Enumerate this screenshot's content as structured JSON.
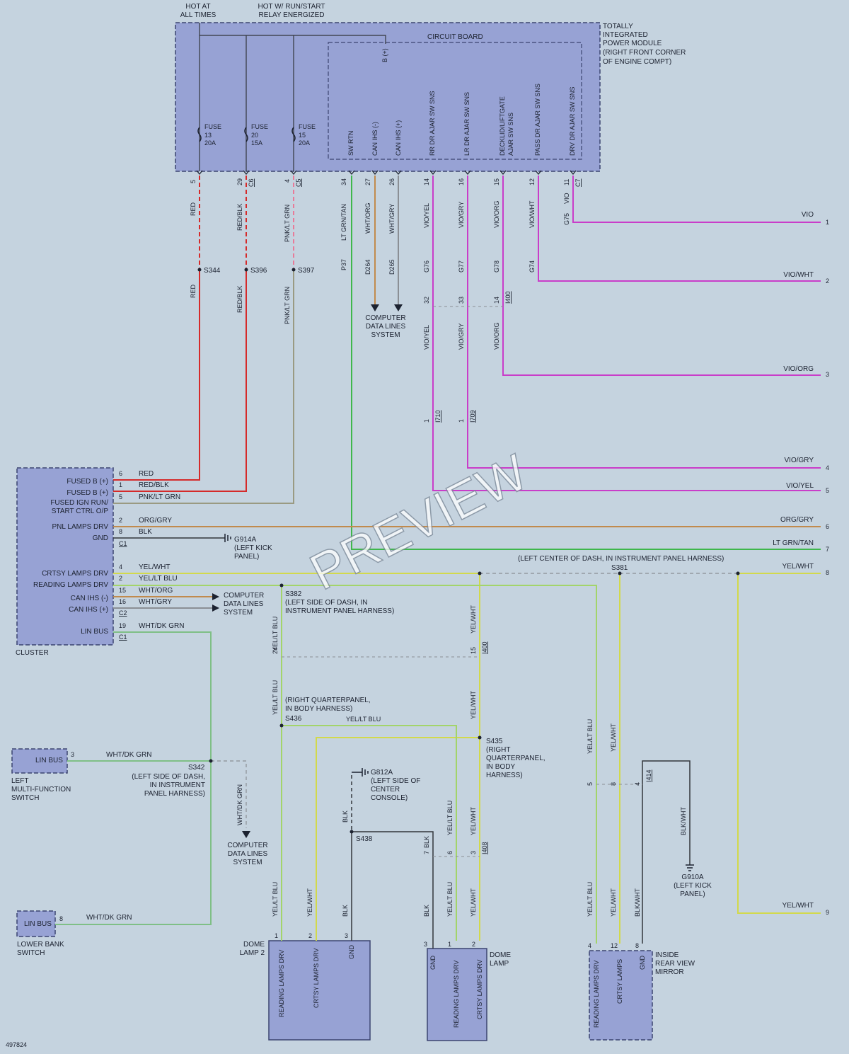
{
  "drawing_number": "497824",
  "watermark": "PREVIEW",
  "colors": {
    "background": "#c5d3df",
    "module_fill": "#97a2d4",
    "red": "#d52a2a",
    "pink": "#e87b99",
    "violet": "#c93dc9",
    "green": "#3fb74c",
    "yellow": "#d2d94c",
    "orange": "#c18a4d",
    "black": "#33363c",
    "gray": "#8b8f95"
  },
  "power_labels": {
    "hot_all_times": [
      "HOT AT",
      "ALL TIMES"
    ],
    "hot_run_start": [
      "HOT W/ RUN/START",
      "RELAY ENERGIZED"
    ]
  },
  "tipm": {
    "title": [
      "TOTALLY",
      "INTEGRATED",
      "POWER MODULE",
      "(RIGHT FRONT CORNER",
      "OF ENGINE COMPT)"
    ],
    "circuit_board": "CIRCUIT BOARD",
    "b_plus": "B (+)",
    "fuses": [
      {
        "lines": [
          "FUSE",
          "13",
          "20A"
        ]
      },
      {
        "lines": [
          "FUSE",
          "20",
          "15A"
        ]
      },
      {
        "lines": [
          "FUSE",
          "15",
          "20A"
        ]
      }
    ],
    "sense_labels": [
      "SW RTN",
      "CAN IHS (-)",
      "CAN IHS (+)",
      "RR DR AJAR SW SNS",
      "LR DR AJAR SW SNS",
      "DECKLID/LIFTGATE",
      "AJAR SW SNS",
      "PASS DR AJAR SW SNS",
      "DRV DR AJAR SW SNS"
    ],
    "pins": [
      "5",
      "29",
      "4",
      "34",
      "27",
      "26",
      "14",
      "16",
      "15",
      "12",
      "11"
    ],
    "connectors": [
      "C6",
      "C5",
      "C7"
    ]
  },
  "wire_labels": {
    "red": "RED",
    "red_blk": "RED/BLK",
    "pnk_lt_grn": "PNK/LT GRN",
    "lt_grn_tan": "LT GRN/TAN",
    "wht_org": "WHT/ORG",
    "wht_gry": "WHT/GRY",
    "vio_yel": "VIO/YEL",
    "vio_gry": "VIO/GRY",
    "vio_org": "VIO/ORG",
    "vio_wht": "VIO/WHT",
    "vio": "VIO",
    "yel_lt_blu": "YEL/LT BLU",
    "yel_wht": "YEL/WHT",
    "blk": "BLK",
    "blk_wht": "BLK/WHT",
    "wht_dk_grn": "WHT/DK GRN",
    "org_gry": "ORG/GRY"
  },
  "circuits": [
    "P37",
    "D264",
    "D265",
    "G76",
    "G77",
    "G78",
    "G74",
    "G75"
  ],
  "splices": [
    "S344",
    "S396",
    "S397",
    "S382",
    "S381",
    "S436",
    "S435",
    "S438",
    "S342"
  ],
  "connector_refs": [
    "I400",
    "I710",
    "I709",
    "I414",
    "I408"
  ],
  "inline_pins": [
    "32",
    "33",
    "14",
    "1",
    "1",
    "24",
    "15",
    "5",
    "8",
    "4",
    "7",
    "6",
    "3"
  ],
  "computer_data_lines": [
    "COMPUTER",
    "DATA LINES",
    "SYSTEM"
  ],
  "cluster": {
    "name": "CLUSTER",
    "pins": [
      {
        "label": "FUSED B (+)",
        "pin": "6",
        "wire": "RED"
      },
      {
        "label": "FUSED B (+)",
        "pin": "1",
        "wire": "RED/BLK"
      },
      {
        "label": "FUSED IGN RUN/",
        "label2": "START CTRL O/P",
        "pin": "5",
        "wire": "PNK/LT GRN"
      },
      {
        "label": "PNL LAMPS DRV",
        "pin": "2",
        "wire": "ORG/GRY"
      },
      {
        "label": "GND",
        "pin": "8",
        "wire": "BLK"
      },
      {
        "label": "CRTSY LAMPS DRV",
        "pin": "4",
        "wire": "YEL/WHT"
      },
      {
        "label": "READING LAMPS DRV",
        "pin": "2",
        "wire": "YEL/LT BLU"
      },
      {
        "label": "CAN IHS (-)",
        "pin": "15",
        "wire": "WHT/ORG"
      },
      {
        "label": "CAN IHS (+)",
        "pin": "16",
        "wire": "WHT/GRY"
      },
      {
        "label": "LIN BUS",
        "pin": "19",
        "wire": "WHT/DK GRN"
      }
    ],
    "connectors": [
      "C1",
      "C2",
      "C1"
    ]
  },
  "grounds": {
    "g914a": {
      "name": "G914A",
      "desc": [
        "(LEFT KICK",
        "PANEL)"
      ]
    },
    "g812a": {
      "name": "G812A",
      "desc": [
        "(LEFT SIDE OF",
        "CENTER",
        "CONSOLE)"
      ]
    },
    "g910a": {
      "name": "G910A",
      "desc": [
        "(LEFT KICK",
        "PANEL)"
      ]
    }
  },
  "locations": {
    "s382": [
      "(LEFT SIDE OF DASH, IN",
      "INSTRUMENT PANEL HARNESS)"
    ],
    "s381": "(LEFT CENTER OF DASH, IN INSTRUMENT PANEL HARNESS)",
    "s436": [
      "(RIGHT QUARTERPANEL,",
      "IN BODY HARNESS)"
    ],
    "s435": [
      "(RIGHT",
      "QUARTERPANEL,",
      "IN BODY",
      "HARNESS)"
    ],
    "s342": [
      "(LEFT SIDE OF DASH,",
      "IN INSTRUMENT",
      "PANEL HARNESS)"
    ]
  },
  "right_terminals": [
    {
      "num": "1",
      "wire": "VIO"
    },
    {
      "num": "2",
      "wire": "VIO/WHT"
    },
    {
      "num": "3",
      "wire": "VIO/ORG"
    },
    {
      "num": "4",
      "wire": "VIO/GRY"
    },
    {
      "num": "5",
      "wire": "VIO/YEL"
    },
    {
      "num": "6",
      "wire": "ORG/GRY"
    },
    {
      "num": "7",
      "wire": "LT GRN/TAN"
    },
    {
      "num": "8",
      "wire": "YEL/WHT"
    },
    {
      "num": "9",
      "wire": "YEL/WHT"
    }
  ],
  "switches": {
    "left_mf": {
      "box": "LIN BUS",
      "pin": "3",
      "wire": "WHT/DK GRN",
      "name": [
        "LEFT",
        "MULTI-FUNCTION",
        "SWITCH"
      ]
    },
    "lower_bank": {
      "box": "LIN BUS",
      "pin": "8",
      "wire": "WHT/DK GRN",
      "name": [
        "LOWER BANK",
        "SWITCH"
      ]
    }
  },
  "components": {
    "dome_lamp_2": {
      "name": [
        "DOME",
        "LAMP 2"
      ],
      "pins": [
        "1",
        "2",
        "3"
      ],
      "labels": [
        "READING LAMPS DRV",
        "CRTSY LAMPS DRV",
        "GND"
      ]
    },
    "dome_lamp": {
      "name": [
        "DOME",
        "LAMP"
      ],
      "pins": [
        "3",
        "1",
        "2"
      ],
      "labels": [
        "GND",
        "READING LAMPS DRV",
        "CRTSY LAMPS DRV"
      ]
    },
    "mirror": {
      "name": [
        "INSIDE",
        "REAR VIEW",
        "MIRROR"
      ],
      "pins": [
        "4",
        "12",
        "8"
      ],
      "labels": [
        "READING LAMPS DRV",
        "CRTSY LAMPS",
        "GND"
      ]
    }
  }
}
